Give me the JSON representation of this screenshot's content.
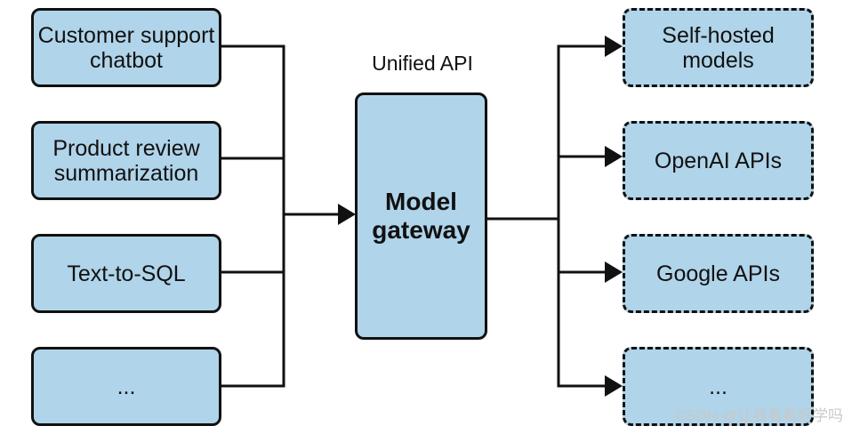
{
  "diagram": {
    "clients": [
      {
        "label": "Customer support\nchatbot"
      },
      {
        "label": "Product review\nsummarization"
      },
      {
        "label": "Text-to-SQL"
      },
      {
        "label": "..."
      }
    ],
    "gateway": {
      "title": "Unified API",
      "label": "Model\ngateway"
    },
    "providers": [
      {
        "label": "Self-hosted\nmodels"
      },
      {
        "label": "OpenAI APIs"
      },
      {
        "label": "Google APIs"
      },
      {
        "label": "..."
      }
    ]
  },
  "watermark": "CSDN @让我看看好学吗",
  "colors": {
    "box_fill": "#b0d4ea",
    "stroke": "#111111"
  }
}
